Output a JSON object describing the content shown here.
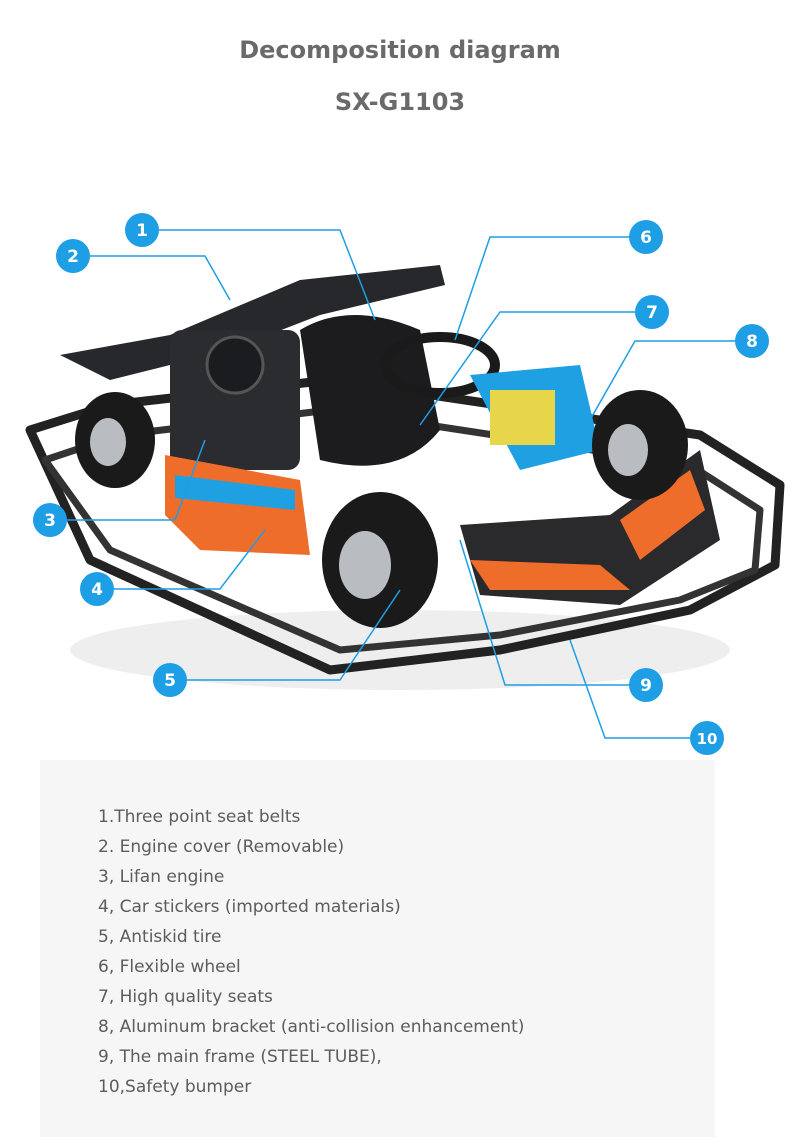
{
  "header": {
    "title": "Decomposition diagram",
    "model": "SX-G1103"
  },
  "colors": {
    "callout": "#1e9ee5",
    "title": "#6a6a6a",
    "text": "#5c5c5c",
    "panel": "#f6f6f6"
  },
  "callouts": [
    "1",
    "2",
    "3",
    "4",
    "5",
    "6",
    "7",
    "8",
    "9",
    "10"
  ],
  "parts": [
    "1.Three point seat belts",
    "2. Engine cover (Removable)",
    "3, Lifan engine",
    "4, Car stickers (imported materials)",
    "5, Antiskid tire",
    "6, Flexible wheel",
    "7, High quality seats",
    "8, Aluminum bracket (anti-collision enhancement)",
    "9, The main frame (STEEL TUBE),",
    "10,Safety bumper"
  ]
}
